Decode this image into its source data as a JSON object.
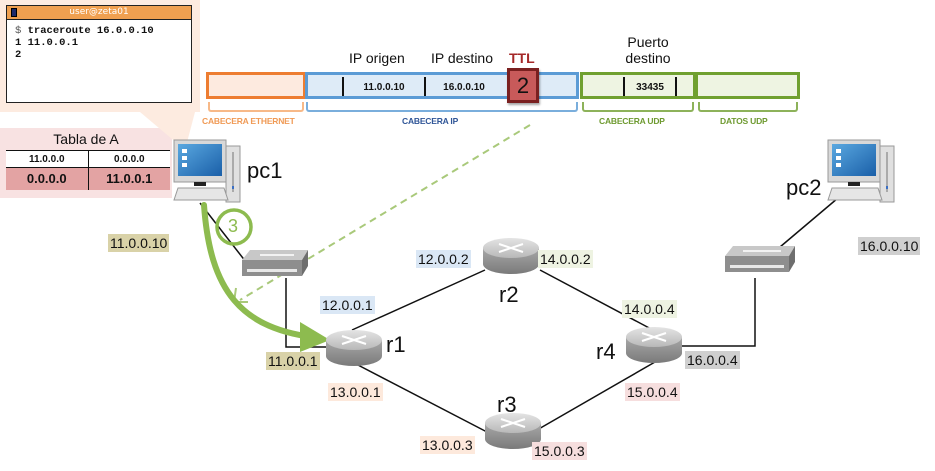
{
  "terminal": {
    "title": "user@zeta01",
    "prompt": "$",
    "command": "traceroute 16.0.0.10",
    "lines": [
      "1 11.0.0.1",
      "2"
    ]
  },
  "packet": {
    "labels": {
      "ip_origin": "IP origen",
      "ip_dest": "IP destino",
      "ttl": "TTL",
      "dest_port": "Puerto destino"
    },
    "fields": {
      "ip_origin": "11.0.0.10",
      "ip_dest": "16.0.0.10",
      "ttl": "2",
      "dest_port": "33435"
    },
    "segments": {
      "ethernet": "CABECERA ETHERNET",
      "ip": "CABECERA IP",
      "udp": "CABECERA UDP",
      "data": "DATOS UDP"
    }
  },
  "routing_table": {
    "title": "Tabla de A",
    "rows": [
      [
        "11.0.0.0",
        "0.0.0.0"
      ],
      [
        "0.0.0.0",
        "11.0.0.1"
      ]
    ]
  },
  "step": "3",
  "nodes": {
    "pc1": "pc1",
    "pc2": "pc2",
    "r1": "r1",
    "r2": "r2",
    "r3": "r3",
    "r4": "r4"
  },
  "ips": {
    "pc1": "11.0.0.10",
    "r1_lan": "11.0.0.1",
    "r1_r2": "12.0.0.1",
    "r1_r3": "13.0.0.1",
    "r2_r1": "12.0.0.2",
    "r2_r4": "14.0.0.2",
    "r3_r1": "13.0.0.3",
    "r3_r4": "15.0.0.3",
    "r4_r2": "14.0.0.4",
    "r4_r3": "15.0.0.4",
    "r4_lan": "16.0.0.4",
    "pc2": "16.0.0.10"
  },
  "colors": {
    "ethernet": "#ed7d31",
    "ip": "#5b9bd5",
    "udp": "#70a030",
    "ttl": "#c85a5a",
    "arrow": "#8dbb4f",
    "terminal_bar": "#f0a050"
  }
}
